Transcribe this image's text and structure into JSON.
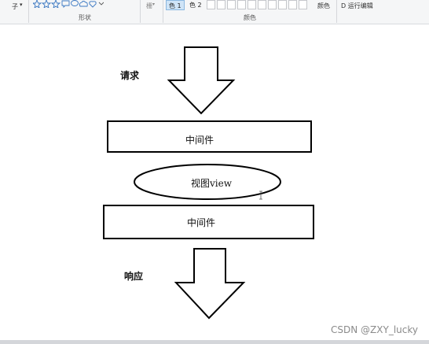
{
  "ribbon": {
    "tool_fragment": "子",
    "tool_dropdown": "▾",
    "shapes_group_label": "形状",
    "fill_fragment": "栅",
    "color1_label": "色 1",
    "color2_label": "色 2",
    "colors_group_label": "颜色",
    "edit_colors_label": "颜色",
    "edit_3d_label": "D 运行编辑",
    "palette_swatch_count": 10
  },
  "diagram": {
    "request_label": "请求",
    "middleware_top_label": "中间件",
    "view_label": "视图view",
    "middleware_bottom_label": "中间件",
    "response_label": "响应"
  },
  "watermark": "CSDN @ZXY_lucky",
  "colors": {
    "ribbon_bg": "#f5f6f7",
    "stroke": "#000000",
    "selected_color_button": "#cfe4f7"
  }
}
